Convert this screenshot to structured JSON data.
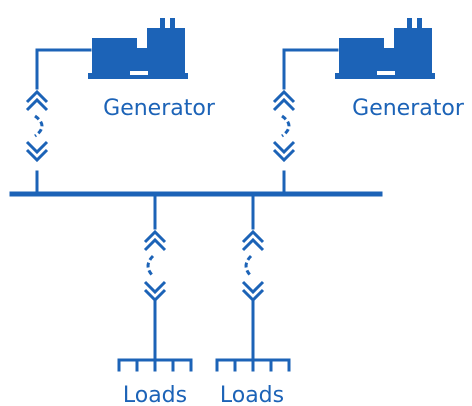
{
  "colors": {
    "accent": "#1c63b7",
    "background": "#ffffff"
  },
  "generators": [
    {
      "label": "Generator",
      "icon": "generator-icon",
      "coupling_icon": "breaker-coupling-icon"
    },
    {
      "label": "Generator",
      "icon": "generator-icon",
      "coupling_icon": "breaker-coupling-icon"
    }
  ],
  "bus": {
    "icon": "busbar"
  },
  "load_feeders": [
    {
      "label": "Loads",
      "icon": "load-fork-icon",
      "coupling_icon": "breaker-coupling-icon"
    },
    {
      "label": "Loads",
      "icon": "load-fork-icon",
      "coupling_icon": "breaker-coupling-icon"
    }
  ]
}
